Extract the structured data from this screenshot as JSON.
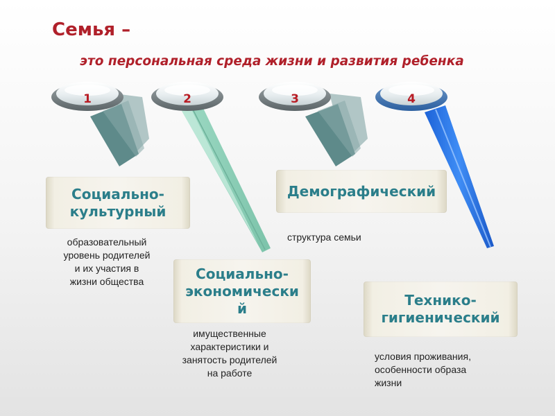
{
  "slide": {
    "title": "Семья –",
    "subtitle": "это персональная среда жизни и развития ребенка"
  },
  "items": [
    {
      "number": "1",
      "label": "Социально-культурный",
      "label_line1": "Социально-",
      "label_line2": "культурный",
      "description_lines": [
        "образовательный",
        "уровень родителей",
        "и их участия в",
        "жизни общества"
      ]
    },
    {
      "number": "2",
      "label": "Социально-экономический",
      "label_line1": "Социально-",
      "label_line2": "экономически",
      "label_line3": "й",
      "description_lines": [
        "имущественные",
        "характеристики и",
        "занятость родителей",
        "на работе"
      ]
    },
    {
      "number": "3",
      "label": "Демографический",
      "description_lines": [
        "структура семьи"
      ]
    },
    {
      "number": "4",
      "label": "Технико-гигиенический",
      "label_line1": "Технико-",
      "label_line2": "гигиенический",
      "description_lines": [
        "условия проживания,",
        "особенности образа",
        "жизни"
      ]
    }
  ],
  "colors": {
    "title": "#b0202a",
    "number": "#b81c24",
    "category_text": "#2b7e8a",
    "pin1": "#5f8f8f",
    "pin2": "#8fd0b8",
    "pin3": "#5f8f8f",
    "pin4": "#2f7be8"
  }
}
